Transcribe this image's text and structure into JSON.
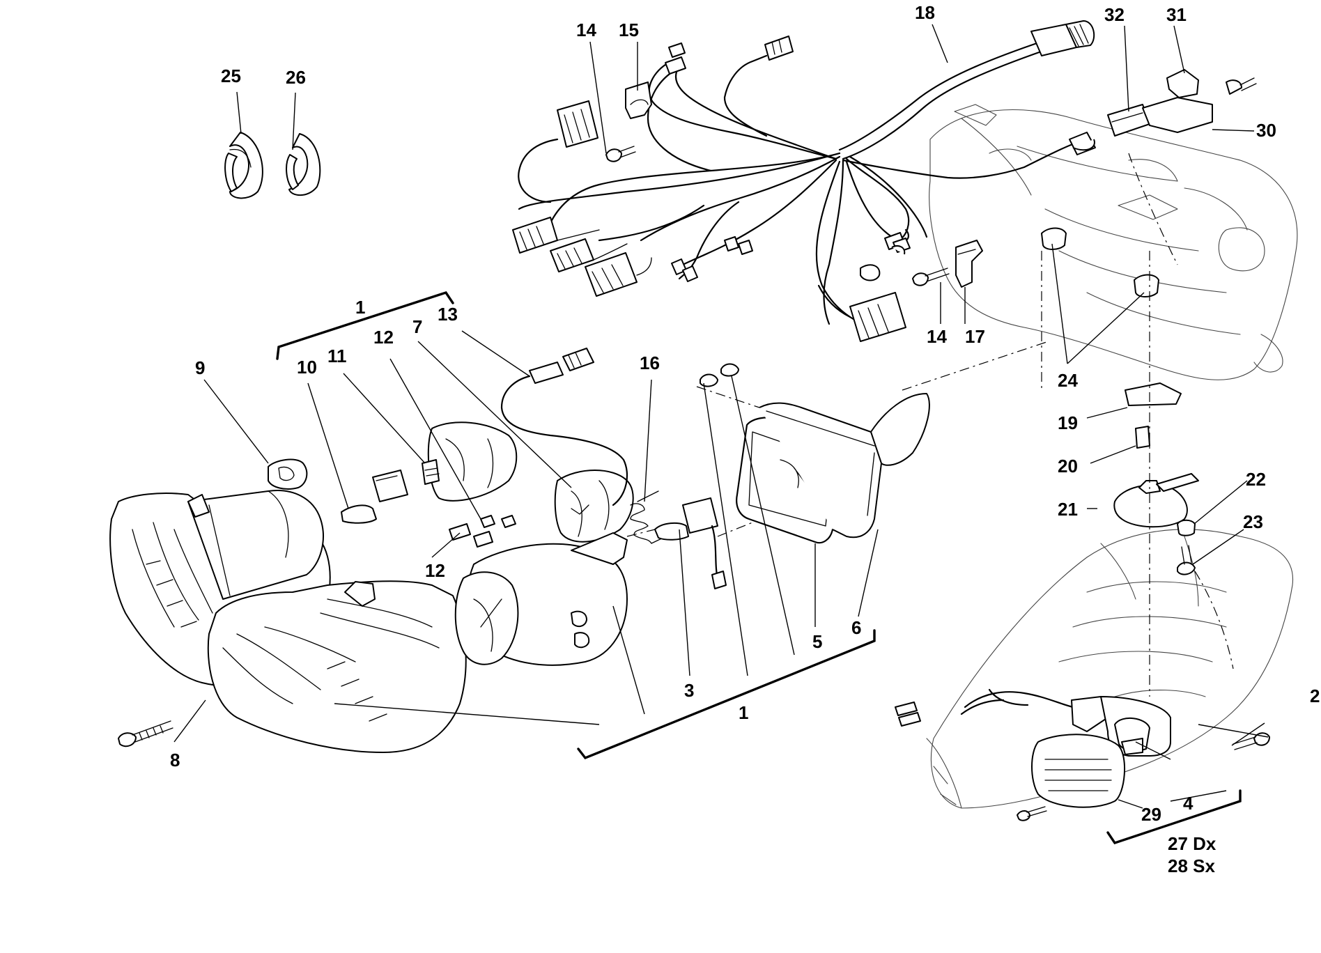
{
  "diagram": {
    "callouts": [
      {
        "id": "c25",
        "text": "25"
      },
      {
        "id": "c26",
        "text": "26"
      },
      {
        "id": "c14a",
        "text": "14"
      },
      {
        "id": "c15",
        "text": "15"
      },
      {
        "id": "c18",
        "text": "18"
      },
      {
        "id": "c32",
        "text": "32"
      },
      {
        "id": "c31",
        "text": "31"
      },
      {
        "id": "c30",
        "text": "30"
      },
      {
        "id": "c1a",
        "text": "1"
      },
      {
        "id": "c12a",
        "text": "12"
      },
      {
        "id": "c7",
        "text": "7"
      },
      {
        "id": "c13",
        "text": "13"
      },
      {
        "id": "c9",
        "text": "9"
      },
      {
        "id": "c10",
        "text": "10"
      },
      {
        "id": "c11",
        "text": "11"
      },
      {
        "id": "c16",
        "text": "16"
      },
      {
        "id": "c14b",
        "text": "14"
      },
      {
        "id": "c17",
        "text": "17"
      },
      {
        "id": "c24",
        "text": "24"
      },
      {
        "id": "c19",
        "text": "19"
      },
      {
        "id": "c20",
        "text": "20"
      },
      {
        "id": "c21",
        "text": "21"
      },
      {
        "id": "c22",
        "text": "22"
      },
      {
        "id": "c23",
        "text": "23"
      },
      {
        "id": "c12b",
        "text": "12"
      },
      {
        "id": "c5",
        "text": "5"
      },
      {
        "id": "c6",
        "text": "6"
      },
      {
        "id": "c3",
        "text": "3"
      },
      {
        "id": "c1b",
        "text": "1"
      },
      {
        "id": "c8",
        "text": "8"
      },
      {
        "id": "c2",
        "text": "2"
      },
      {
        "id": "c4",
        "text": "4"
      },
      {
        "id": "c29",
        "text": "29"
      },
      {
        "id": "c27",
        "text": "27 Dx"
      },
      {
        "id": "c28",
        "text": "28 Sx"
      }
    ]
  }
}
